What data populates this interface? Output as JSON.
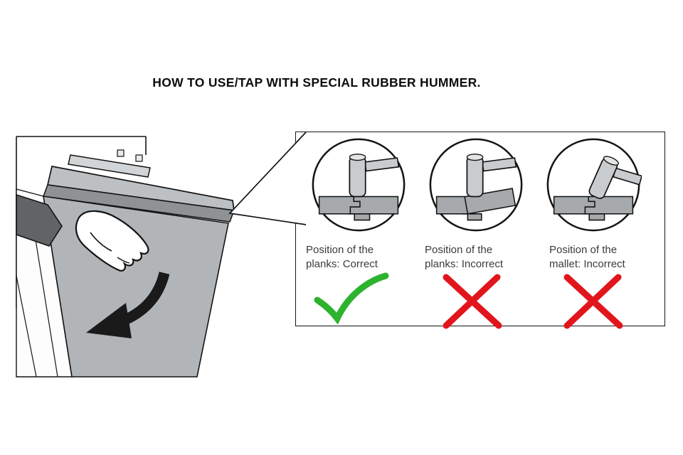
{
  "title": "HOW TO USE/TAP WITH SPECIAL RUBBER HUMMER.",
  "panel": {
    "items": [
      {
        "caption_line1": "Position of the",
        "caption_line2": "planks: Correct",
        "status": "correct"
      },
      {
        "caption_line1": "Position of the",
        "caption_line2": "planks: Incorrect",
        "status": "incorrect"
      },
      {
        "caption_line1": "Position of the",
        "caption_line2": "mallet: Incorrect",
        "status": "incorrect"
      }
    ]
  },
  "colors": {
    "correct_green": "#2db32d",
    "incorrect_red": "#e1151c",
    "plank_gray": "#b1b5b8",
    "outline": "#141414"
  }
}
